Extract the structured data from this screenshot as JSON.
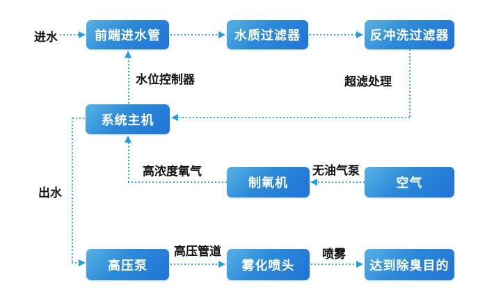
{
  "diagram": {
    "nodes": {
      "front_inlet_pipe": "前端进水管",
      "water_filter": "水质过滤器",
      "backwash_filter": "反冲洗过滤器",
      "system_host": "系统主机",
      "oxygen_generator": "制氧机",
      "air": "空气",
      "high_pressure_pump": "高压泵",
      "atomizing_nozzle": "雾化喷头",
      "deodorization_goal": "达到除臭目的"
    },
    "labels": {
      "water_in": "进水",
      "water_level_controller": "水位控制器",
      "ultrafiltration": "超滤处理",
      "high_conc_oxygen": "高浓度氧气",
      "oil_free_pump": "无油气泵",
      "water_out": "出水",
      "high_pressure_pipe": "高压管道",
      "spray": "喷雾"
    },
    "colors": {
      "node_gradient_top": "#58b1e4",
      "node_gradient_bottom": "#2173d6",
      "node_text": "#ffffff",
      "arrow": "#29abe2",
      "arrowhead": "#1e9fe0",
      "label_text": "#111111",
      "background": "#ffffff"
    }
  }
}
